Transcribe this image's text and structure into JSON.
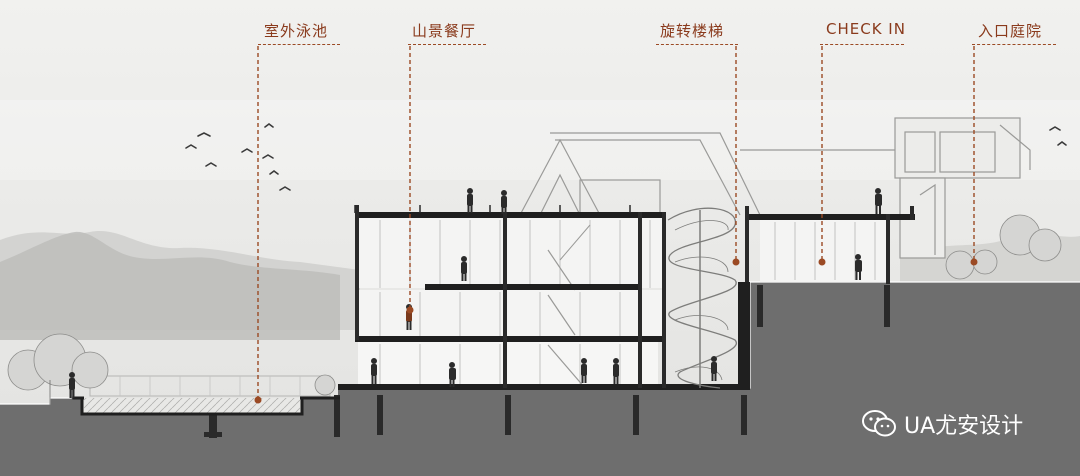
{
  "labels": {
    "outdoor_pool": "室外泳池",
    "mountain_restaurant": "山景餐厅",
    "spiral_staircase": "旋转楼梯",
    "check_in": "CHECK IN",
    "entrance_courtyard": "入口庭院"
  },
  "watermark": {
    "text": "UA尤安设计",
    "icon": "wechat-icon"
  },
  "colors": {
    "accent": "#9b4a24",
    "label": "#8a3a1c",
    "ground": "#6e6e6e",
    "background": "#e9e9e7"
  }
}
